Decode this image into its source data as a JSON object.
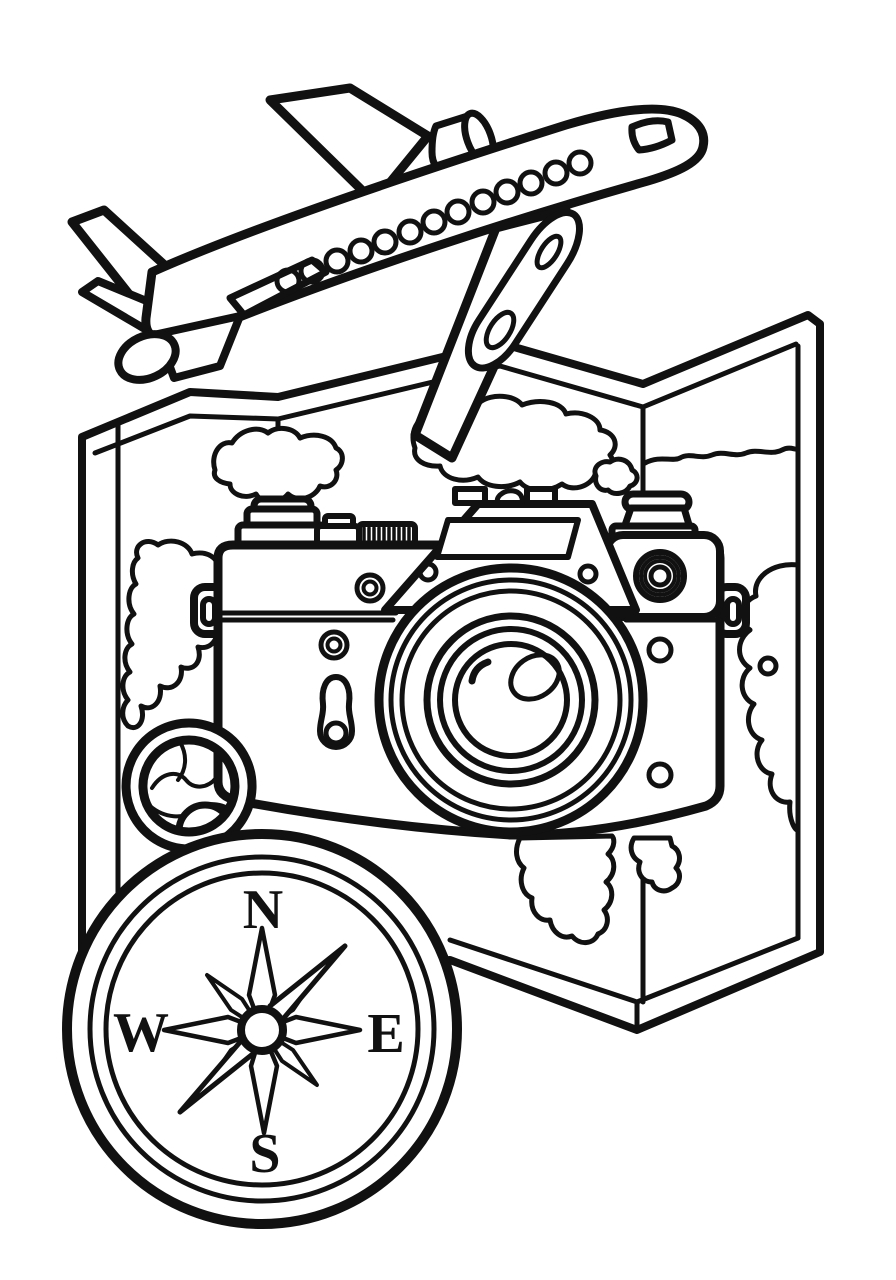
{
  "illustration": {
    "style": "black-and-white coloring page line art",
    "elements": [
      "airplane",
      "folded-travel-map",
      "retro-camera",
      "compass-keychain"
    ]
  },
  "compass": {
    "labels": {
      "north": "N",
      "east": "E",
      "south": "S",
      "west": "W"
    }
  },
  "colors": {
    "line": "#111111",
    "background": "#ffffff"
  }
}
